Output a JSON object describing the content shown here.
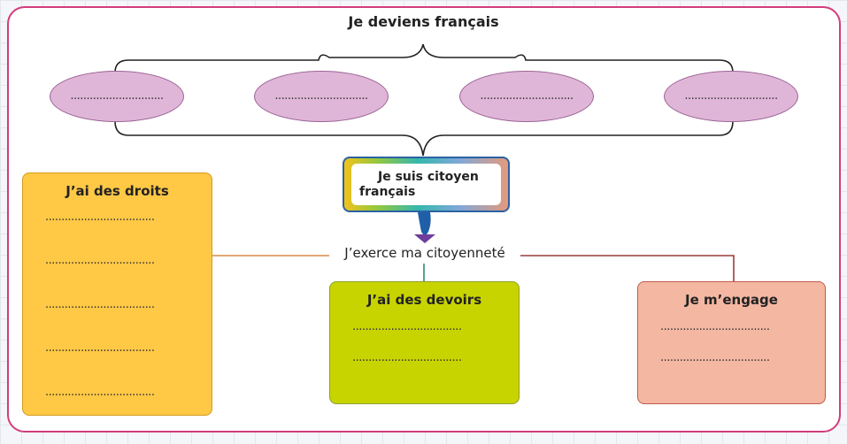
{
  "title": "Je deviens français",
  "ellipses": [
    {
      "placeholder": "............................."
    },
    {
      "placeholder": "............................."
    },
    {
      "placeholder": "............................."
    },
    {
      "placeholder": "............................."
    }
  ],
  "center": {
    "line1": "Je suis citoyen",
    "line2": "français"
  },
  "hub": "J’exerce ma citoyenneté",
  "boxes": {
    "droits": {
      "title": "J’ai des droits",
      "lines": [
        "..................................",
        "..................................",
        "..................................",
        "..................................",
        ".................................."
      ]
    },
    "devoirs": {
      "title": "J’ai des devoirs",
      "lines": [
        "..................................",
        ".................................."
      ]
    },
    "engage": {
      "title": "Je m’engage",
      "lines": [
        "..................................",
        ".................................."
      ]
    }
  },
  "colors": {
    "frame": "#d23c7b",
    "ellipse": "#e0b6d8",
    "droits": "#ffc845",
    "devoirs": "#c8d400",
    "engage": "#f4b7a2",
    "arrow": "#1f5fa8"
  }
}
